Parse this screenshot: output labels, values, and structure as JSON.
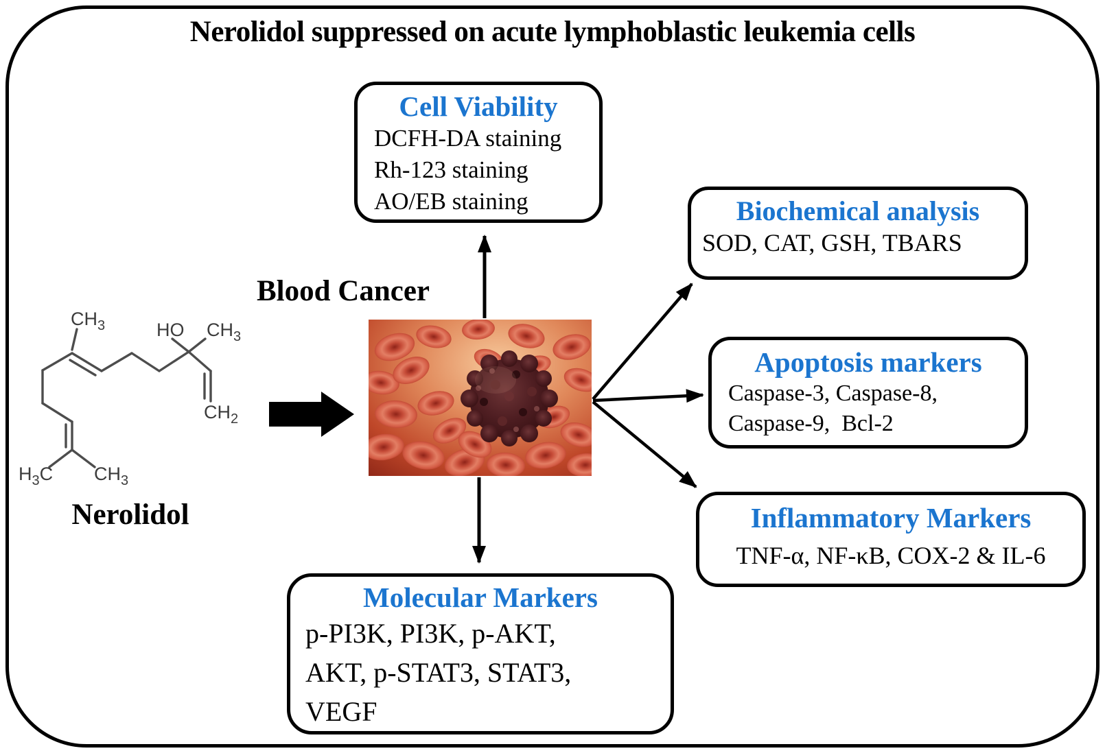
{
  "title": "Nerolidol suppressed on acute lymphoblastic leukemia cells",
  "colors": {
    "heading_blue": "#1B75CF",
    "body_text": "#000000",
    "border": "#000000"
  },
  "molecule": {
    "name": "Nerolidol",
    "labels": {
      "top_left_methyl": "CH3",
      "hydroxyl": "HO",
      "top_right_methyl": "CH3",
      "vinyl_terminal": "CH2",
      "bottom_left_methyl": "H3C",
      "bottom_right_methyl": "CH3"
    }
  },
  "center": {
    "label": "Blood Cancer"
  },
  "boxes": {
    "cell_viability": {
      "title": "Cell Viability",
      "lines": [
        "DCFH-DA staining",
        "Rh-123 staining",
        "AO/EB staining"
      ]
    },
    "biochemical": {
      "title": "Biochemical analysis",
      "lines": [
        "SOD, CAT, GSH, TBARS"
      ]
    },
    "apoptosis": {
      "title": "Apoptosis markers",
      "lines": [
        "Caspase-3, Caspase-8,",
        "Caspase-9,  Bcl-2"
      ]
    },
    "inflammatory": {
      "title": "Inflammatory Markers",
      "lines": [
        "TNF-α, NF-κB, COX-2 & IL-6"
      ]
    },
    "molecular": {
      "title": "Molecular Markers",
      "lines": [
        "p-PI3K, PI3K, p-AKT,",
        "AKT, p-STAT3, STAT3,",
        "VEGF"
      ]
    }
  },
  "connections": [
    {
      "from": "nerolidol-structure",
      "to": "blood-cancer-image"
    },
    {
      "from": "blood-cancer-image",
      "to": "cell-viability-box"
    },
    {
      "from": "blood-cancer-image",
      "to": "biochemical-analysis-box"
    },
    {
      "from": "blood-cancer-image",
      "to": "apoptosis-markers-box"
    },
    {
      "from": "blood-cancer-image",
      "to": "inflammatory-markers-box"
    },
    {
      "from": "blood-cancer-image",
      "to": "molecular-markers-box"
    }
  ]
}
